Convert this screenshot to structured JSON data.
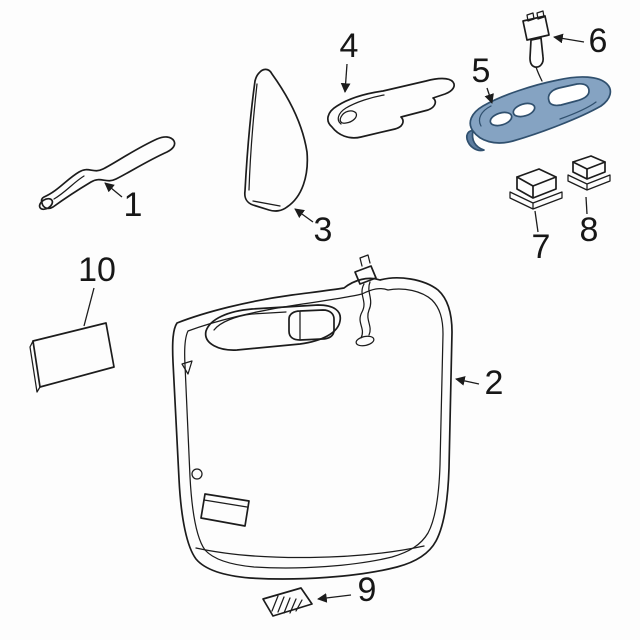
{
  "diagram": {
    "description": "Exploded parts diagram of a front door interior trim panel with numbered callouts",
    "colors": {
      "background": "#fdfdfd",
      "line_color": "#1c1c1c",
      "highlight_fill": "#85a3c2",
      "highlight_shadow": "#5d7da0",
      "highlight_stroke": "#30506e",
      "cutout_fill": "#ffffff",
      "label_color": "#171717"
    },
    "parts": [
      {
        "number": "1",
        "name": "door-belt-weatherstrip"
      },
      {
        "number": "2",
        "name": "door-trim-panel"
      },
      {
        "number": "3",
        "name": "mirror-sail-trim"
      },
      {
        "number": "4",
        "name": "armrest-pull-handle"
      },
      {
        "number": "5",
        "name": "window-switch-bezel",
        "highlighted": true
      },
      {
        "number": "6",
        "name": "wiring-connector"
      },
      {
        "number": "7",
        "name": "window-switch"
      },
      {
        "number": "8",
        "name": "lock-switch"
      },
      {
        "number": "9",
        "name": "courtesy-lamp-reflector"
      },
      {
        "number": "10",
        "name": "insulator-pad"
      }
    ]
  }
}
